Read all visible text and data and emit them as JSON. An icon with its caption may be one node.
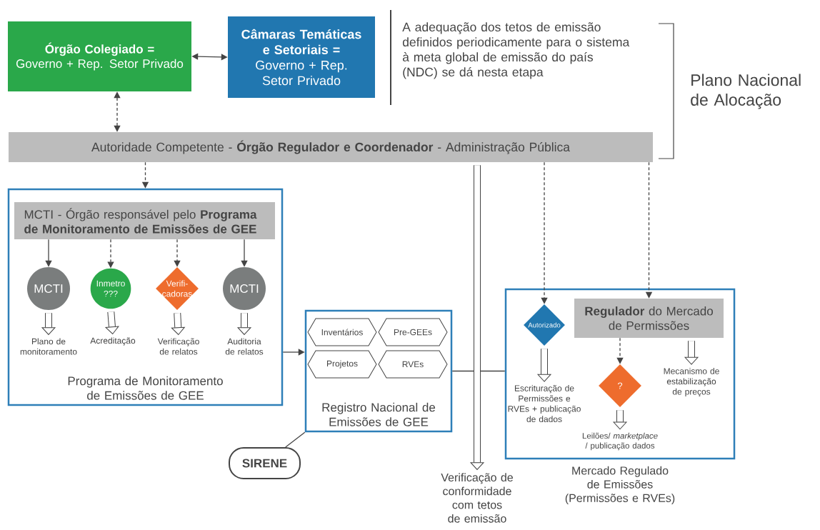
{
  "diagram": {
    "nodes": [
      {
        "text": [
          "Órgão Colegiado =",
          "Governo + Rep. Setor Privado"
        ]
      },
      {
        "text": [
          "Câmaras Temáticas e Setoriais =",
          "Governo + Rep. Setor Privado"
        ]
      },
      {
        "text": [
          "Autoridade Competente - **Órgão Regulador e Coordenador** - Administração Pública"
        ]
      },
      {
        "text": [
          "Programa de Monitoramento de Emissões de GEE"
        ]
      },
      {
        "text": [
          "MCTI - Órgão responsável pelo **Programa de Monitoramento de Emissões de GEE**"
        ],
        "in": 3
      },
      {
        "text": [
          "MCTI"
        ],
        "in": 3
      },
      {
        "text": [
          "Inmetro ???"
        ],
        "in": 3
      },
      {
        "text": [
          "Verifi- cadoras"
        ],
        "in": 3
      },
      {
        "text": [
          "MCTI"
        ],
        "in": 3
      },
      {
        "text": [
          "Plano de monitoramento"
        ],
        "in": 3
      },
      {
        "text": [
          "Acreditação"
        ],
        "in": 3
      },
      {
        "text": [
          "Verificação de relatos"
        ],
        "in": 3
      },
      {
        "text": [
          "Auditoria de relatos"
        ],
        "in": 3
      },
      {
        "text": [
          "Registro Nacional de Emissões de GEE"
        ]
      },
      {
        "text": [
          "Inventários"
        ],
        "in": 13
      },
      {
        "text": [
          "Pre-GEEs"
        ],
        "in": 13
      },
      {
        "text": [
          "Projetos"
        ],
        "in": 13
      },
      {
        "text": [
          "RVEs"
        ],
        "in": 13
      },
      {
        "text": [
          "SIRENE"
        ]
      },
      {
        "text": [
          "Verificação de conformidade com tetos de emissão"
        ]
      },
      {
        "text": [
          "Mercado Regulado de Emissões (Permissões e RVEs)"
        ]
      },
      {
        "text": [
          "Autorizado"
        ],
        "in": 20
      },
      {
        "text": [
          "**Regulador** do Mercado de Permissões"
        ],
        "in": 20
      },
      {
        "text": [
          "?"
        ],
        "in": 20
      },
      {
        "text": [
          "Escrituração de Permissões e RVEs + publicação de dados"
        ],
        "in": 20
      },
      {
        "text": [
          "Leilões/ *marketplace* / publicação dados"
        ],
        "in": 20
      },
      {
        "text": [
          "Mecanismo de estabilização de preços"
        ],
        "in": 20
      }
    ],
    "edges": [
      {
        "from": 0,
        "to": 1,
        "arrow": "both"
      },
      {
        "from": 0,
        "to": 2,
        "arrow": "both",
        "style": "dashed"
      },
      {
        "from": 2,
        "to": 3,
        "arrow": "to",
        "style": "dashed"
      },
      {
        "from": 4,
        "to": 5,
        "arrow": "to"
      },
      {
        "from": 4,
        "to": 6,
        "arrow": "to",
        "style": "dashed"
      },
      {
        "from": 4,
        "to": 7,
        "arrow": "to",
        "style": "dashed"
      },
      {
        "from": 4,
        "to": 8,
        "arrow": "to"
      },
      {
        "from": 5,
        "to": 9,
        "arrow": "to",
        "style": "thick"
      },
      {
        "from": 6,
        "to": 10,
        "arrow": "to",
        "style": "thick"
      },
      {
        "from": 7,
        "to": 11,
        "arrow": "to",
        "style": "thick"
      },
      {
        "from": 8,
        "to": 12,
        "arrow": "to",
        "style": "thick"
      },
      {
        "from": 3,
        "to": 13,
        "arrow": "to"
      },
      {
        "from": 18,
        "to": 13,
        "arrow": "none"
      },
      {
        "from": 13,
        "to": 20,
        "arrow": "none"
      },
      {
        "from": 2,
        "to": 19,
        "arrow": "to",
        "style": "thick"
      },
      {
        "from": 2,
        "to": 21,
        "arrow": "to",
        "style": "dashed"
      },
      {
        "from": 2,
        "to": 22,
        "arrow": "to",
        "style": "dashed"
      },
      {
        "from": 21,
        "to": 24,
        "arrow": "to",
        "style": "thick"
      },
      {
        "from": 22,
        "to": 23,
        "arrow": "to",
        "style": "dashed"
      },
      {
        "from": 23,
        "to": 25,
        "arrow": "to",
        "style": "thick"
      },
      {
        "from": 22,
        "to": 26,
        "arrow": "to",
        "style": "thick"
      }
    ],
    "labels": [
      "A adequação dos tetos de emissão definidos periodicamente para o sistema à meta global de emissão do país (NDC) se dá nesta etapa",
      "Plano Nacional de Alocação"
    ]
  }
}
